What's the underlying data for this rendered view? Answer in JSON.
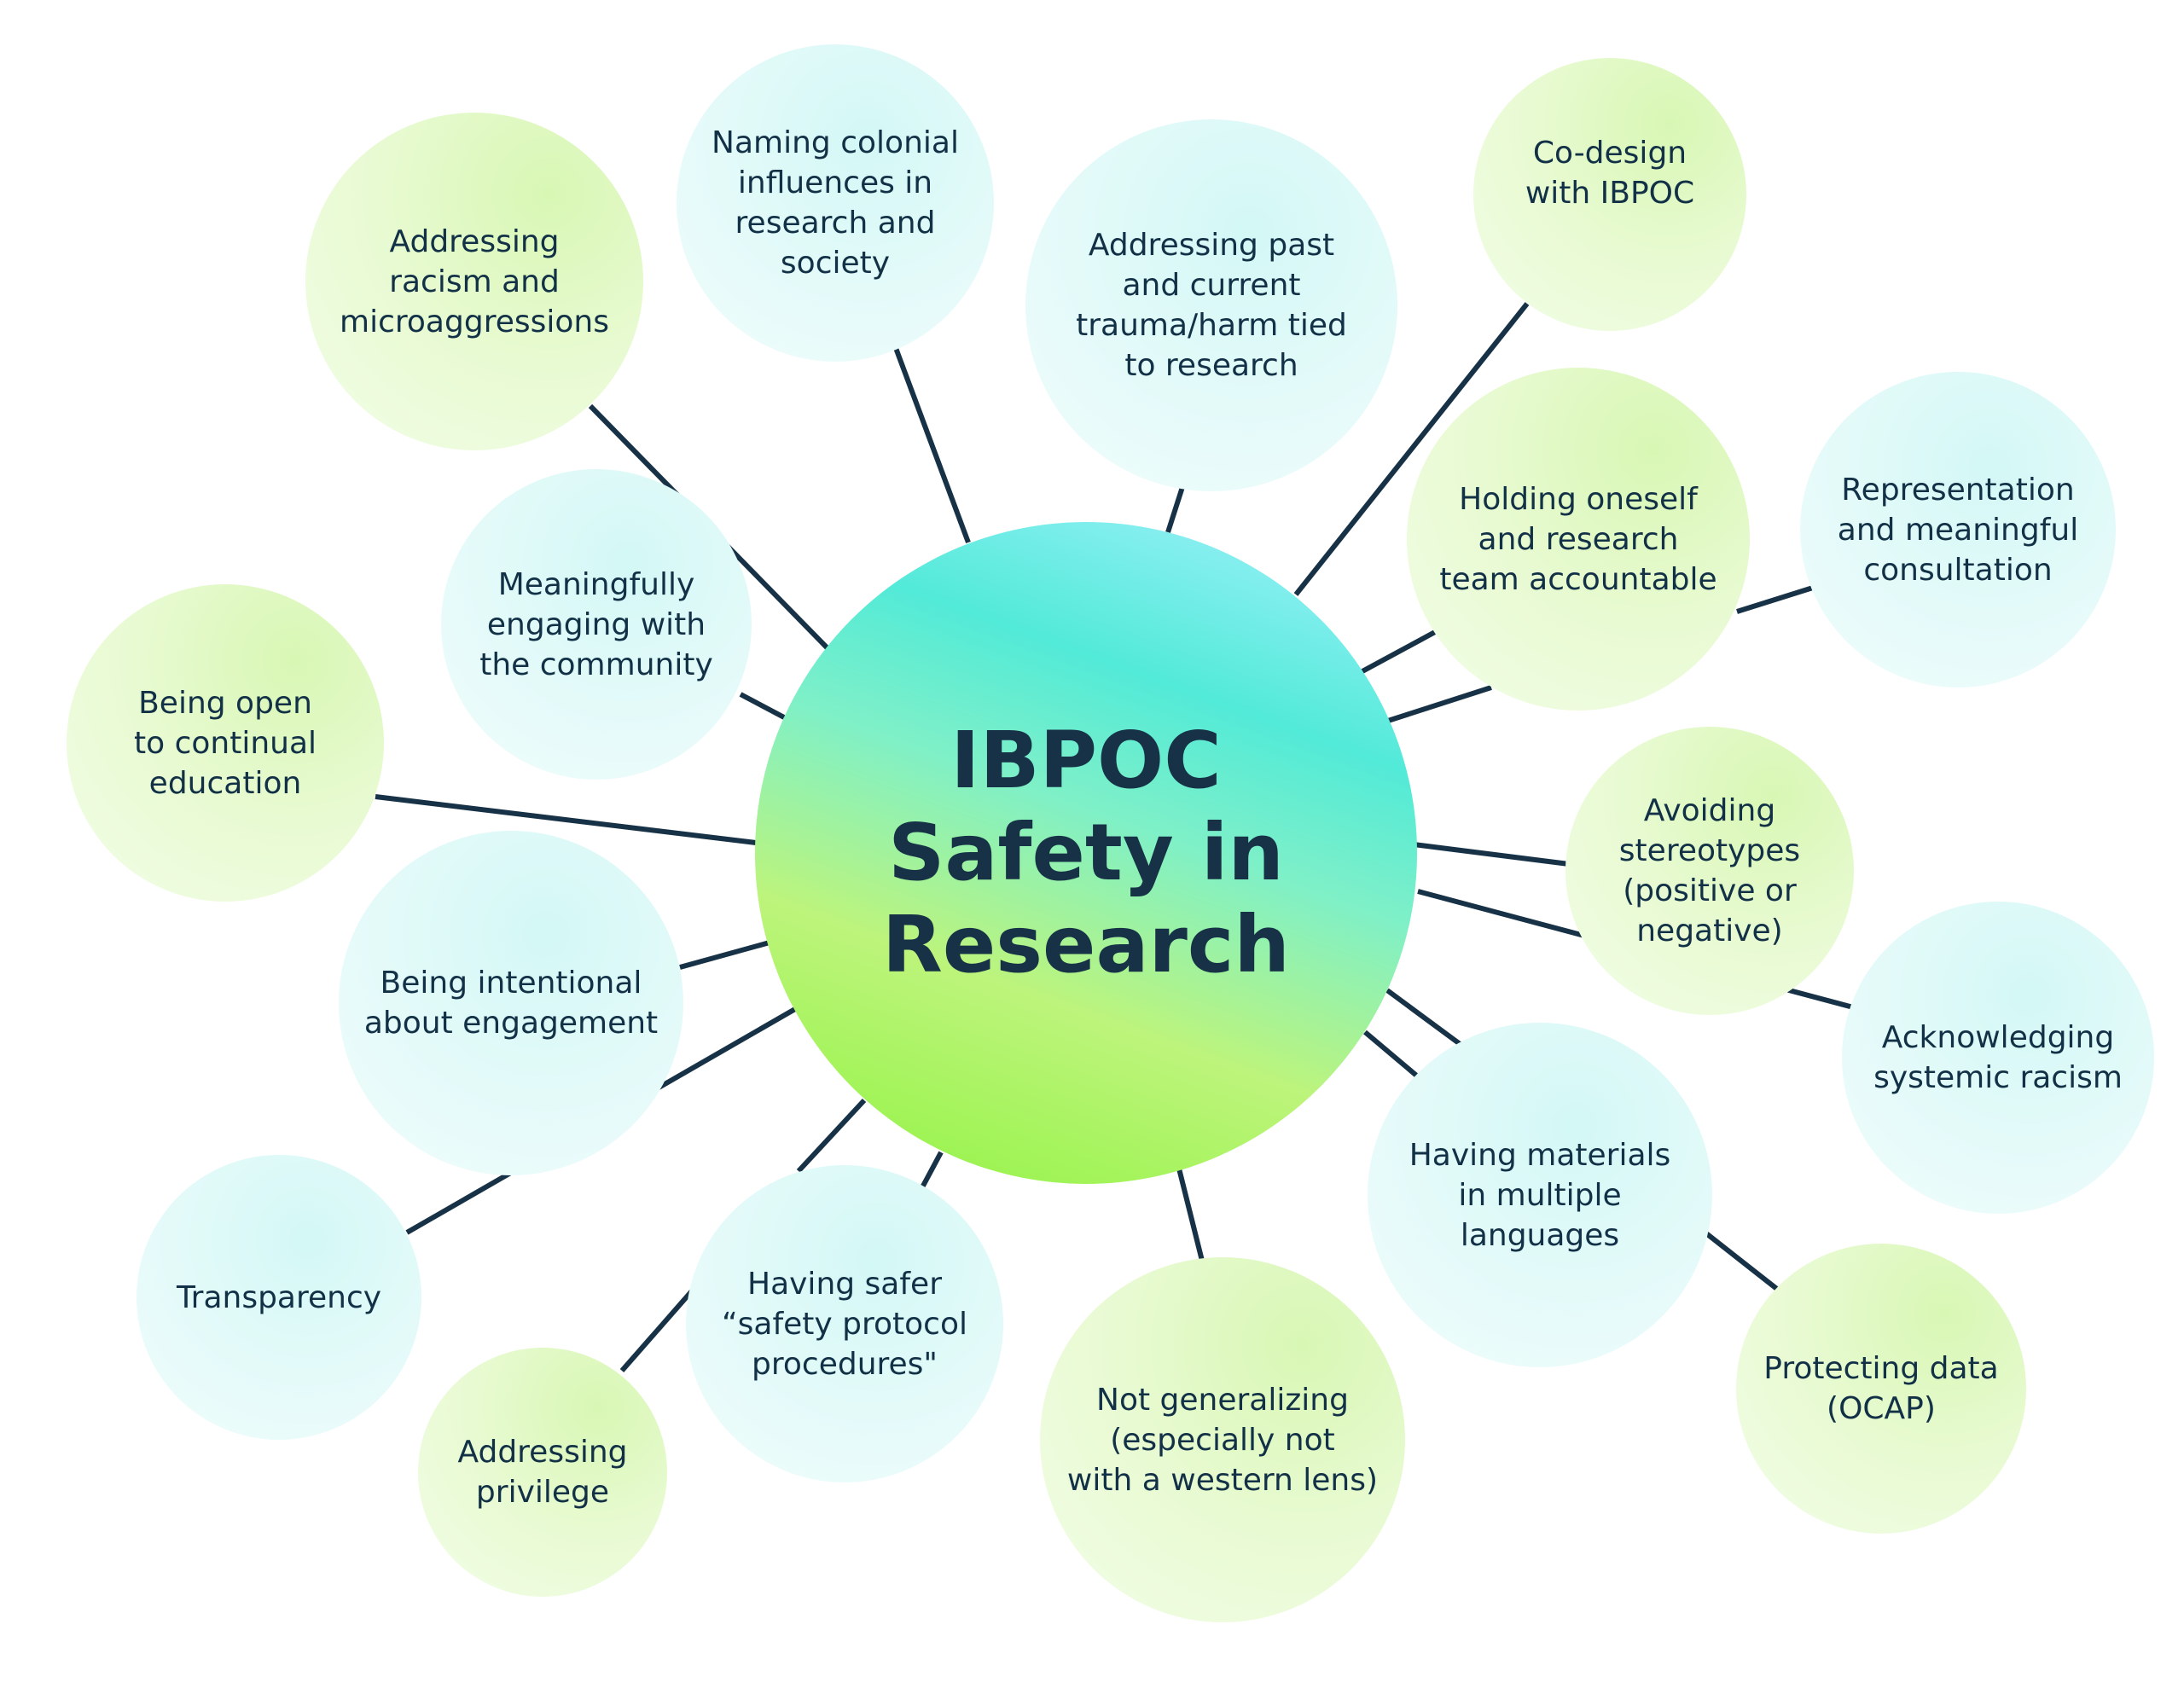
{
  "center": {
    "label": "IBPOC\nSafety in\nResearch"
  },
  "colors": {
    "line": "#173246",
    "text": "#123147",
    "green_bubble": "#e3f9c8",
    "cyan_bubble": "#e0faf8"
  },
  "bubbles": [
    {
      "id": "addressing-racism",
      "label": "Addressing\nracism and\nmicroaggressions"
    },
    {
      "id": "naming-colonial",
      "label": "Naming colonial\ninfluences in\nresearch and\nsociety"
    },
    {
      "id": "addressing-trauma",
      "label": "Addressing past\nand current\ntrauma/harm tied\nto research"
    },
    {
      "id": "co-design",
      "label": "Co-design\nwith IBPOC"
    },
    {
      "id": "holding-accountable",
      "label": "Holding oneself\nand research\nteam accountable"
    },
    {
      "id": "representation",
      "label": "Representation\nand meaningful\nconsultation"
    },
    {
      "id": "meaningfully-engaging",
      "label": "Meaningfully\nengaging with\nthe community"
    },
    {
      "id": "being-open",
      "label": "Being open\nto continual\neducation"
    },
    {
      "id": "avoiding-stereotypes",
      "label": "Avoiding\nstereotypes\n(positive or\nnegative)"
    },
    {
      "id": "being-intentional",
      "label": "Being intentional\nabout engagement"
    },
    {
      "id": "acknowledging-racism",
      "label": "Acknowledging\nsystemic racism"
    },
    {
      "id": "having-materials",
      "label": "Having materials\nin multiple\nlanguages"
    },
    {
      "id": "transparency",
      "label": "Transparency"
    },
    {
      "id": "having-safer",
      "label": "Having safer\n“safety protocol\nprocedures\""
    },
    {
      "id": "not-generalizing",
      "label": "Not generalizing\n(especially not\nwith a western lens)"
    },
    {
      "id": "protecting-data",
      "label": "Protecting data\n(OCAP)"
    },
    {
      "id": "addressing-privilege",
      "label": "Addressing\nprivilege"
    }
  ]
}
